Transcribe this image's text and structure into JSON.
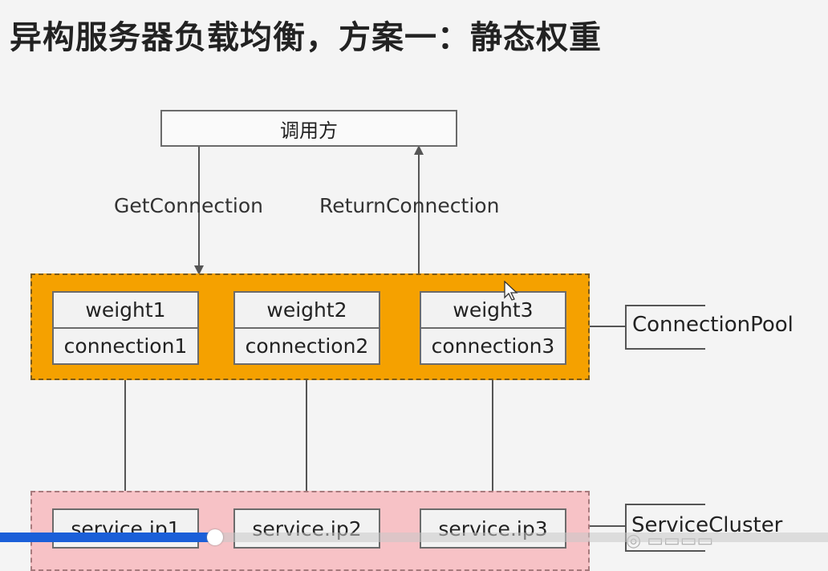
{
  "title": "异构服务器负载均衡，方案一：静态权重",
  "caller": {
    "label": "调用方"
  },
  "edges": {
    "get": "GetConnection",
    "return": "ReturnConnection"
  },
  "pool": {
    "label": "ConnectionPool",
    "items": [
      {
        "weight": "weight1",
        "connection": "connection1"
      },
      {
        "weight": "weight2",
        "connection": "connection2"
      },
      {
        "weight": "weight3",
        "connection": "connection3"
      }
    ]
  },
  "cluster": {
    "label": "ServiceCluster",
    "services": [
      "service.ip1",
      "service.ip2",
      "service.ip3"
    ]
  },
  "player": {
    "progress": 0.26
  },
  "colors": {
    "pool": "#f5a100",
    "cluster": "#f7c2c6",
    "progress": "#1a5fd8"
  }
}
